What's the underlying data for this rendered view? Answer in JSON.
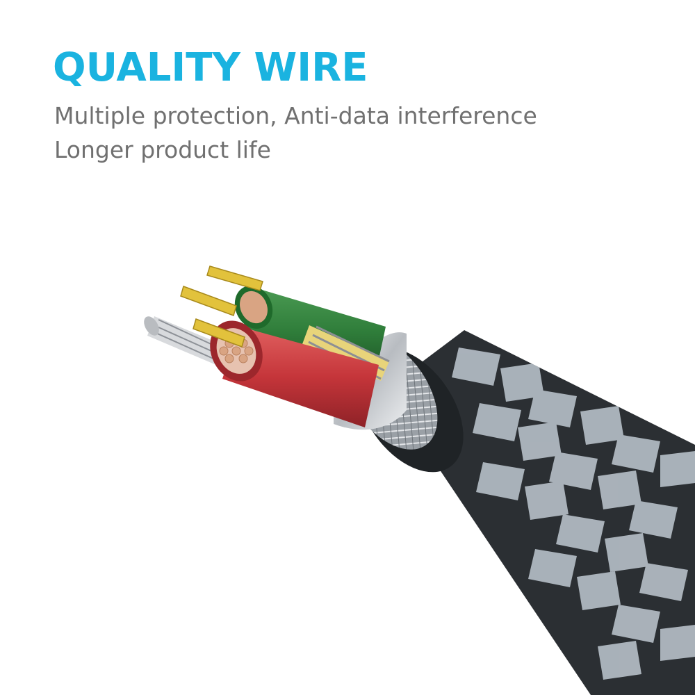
{
  "banner": {
    "title": "QUALITY WIRE",
    "lines": [
      "Multiple protection, Anti-data interference",
      "Longer product life"
    ]
  },
  "colors": {
    "title": "#1ab3e0",
    "text": "#707070",
    "cable_braid_dark": "#2b2f33",
    "cable_braid_light": "#b4bdc5",
    "core_red": "#c8343a",
    "core_green": "#2f7d3a",
    "shield_silver": "#c9ccd0",
    "copper": "#d9a483",
    "gold": "#e2c23c"
  },
  "illustration": {
    "subject": "braided-cable-cross-section"
  }
}
